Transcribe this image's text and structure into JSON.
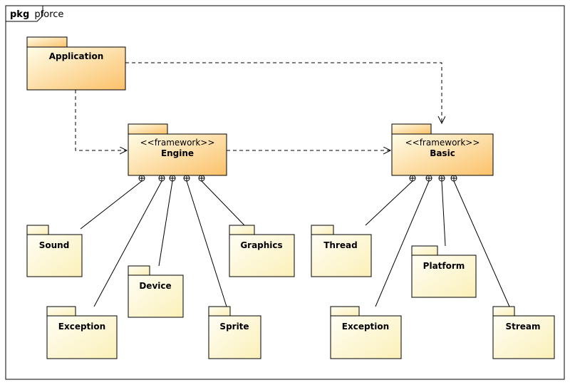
{
  "diagram": {
    "frame": {
      "keyword": "pkg",
      "name": "pforce"
    },
    "packages": {
      "application": {
        "name": "Application"
      },
      "engine": {
        "stereotype": "<<framework>>",
        "name": "Engine"
      },
      "basic": {
        "stereotype": "<<framework>>",
        "name": "Basic"
      },
      "sound": {
        "name": "Sound"
      },
      "exception_engine": {
        "name": "Exception"
      },
      "device": {
        "name": "Device"
      },
      "sprite": {
        "name": "Sprite"
      },
      "graphics": {
        "name": "Graphics"
      },
      "thread": {
        "name": "Thread"
      },
      "platform": {
        "name": "Platform"
      },
      "exception_basic": {
        "name": "Exception"
      },
      "stream": {
        "name": "Stream"
      }
    }
  },
  "colors": {
    "gradient_start": "#fffde8",
    "gradient_end": "#fbc16a",
    "light_gradient_start": "#fffef5",
    "light_gradient_end": "#fbf0b8",
    "stroke": "#000000"
  }
}
